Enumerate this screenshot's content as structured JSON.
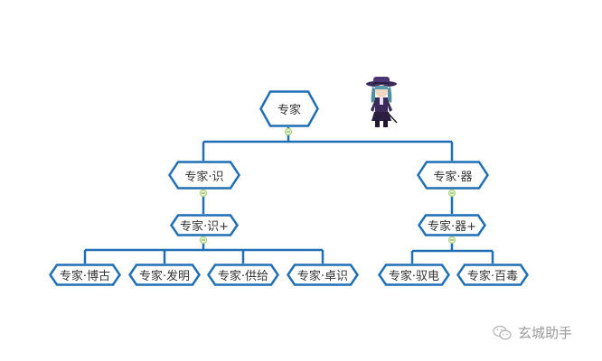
{
  "diagram": {
    "colors": {
      "border": "#1f6fb2",
      "line": "#1f6fb2",
      "text": "#333333",
      "collapse_dot": "#a8d07a",
      "background": "#ffffff"
    },
    "root": {
      "label": "专家"
    },
    "branches": [
      {
        "label": "专家·识",
        "child": {
          "label": "专家·识+",
          "leaves": [
            "专家·博古",
            "专家·发明",
            "专家·供给",
            "专家·卓识"
          ]
        }
      },
      {
        "label": "专家·器",
        "child": {
          "label": "专家·器+",
          "leaves": [
            "专家·驭电",
            "专家·百毒"
          ]
        }
      }
    ]
  },
  "decoration": {
    "character_sprite": "character-sprite-icon"
  },
  "watermark": {
    "icon": "wechat-icon",
    "text": "玄城助手"
  }
}
